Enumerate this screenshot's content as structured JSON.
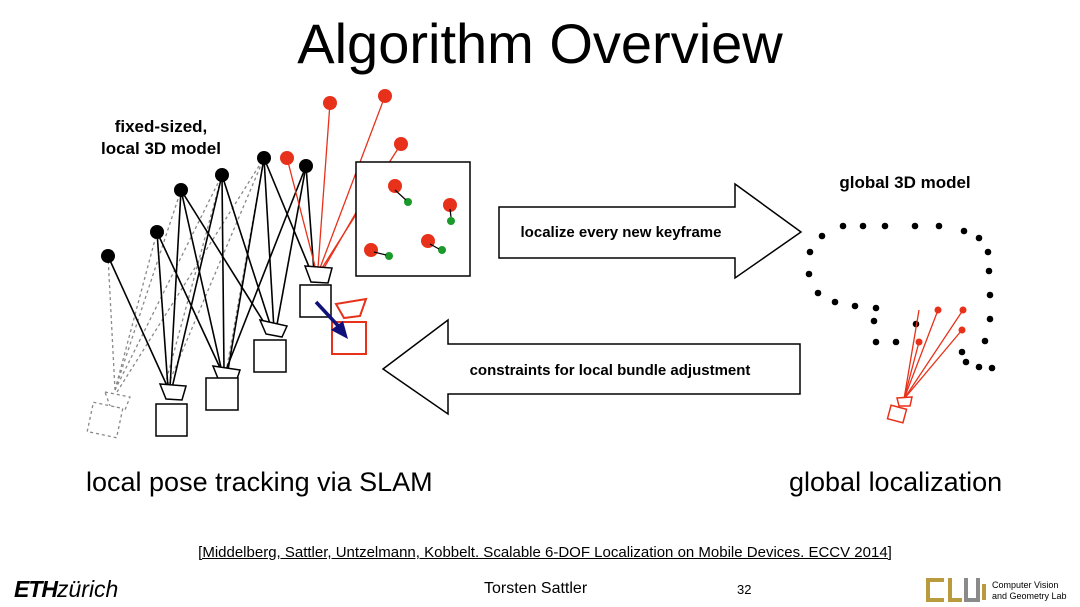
{
  "slide": {
    "title": "Algorithm Overview",
    "local_model_label_line1": "fixed-sized,",
    "local_model_label_line2": "local 3D model",
    "global_model_label": "global 3D model",
    "arrow_right_label": "localize every new keyframe",
    "arrow_left_label": "constraints for local bundle adjustment",
    "caption_left": "local pose tracking via SLAM",
    "caption_right": "global localization",
    "citation": "[Middelberg, Sattler, Untzelmann, Kobbelt. Scalable 6-DOF Localization on Mobile Devices. ECCV 2014]",
    "footer_author": "Torsten Sattler",
    "page_number": "32",
    "logo_eth_bold": "ETH",
    "logo_eth_rest": "zürich",
    "lab_line1": "Computer Vision",
    "lab_line2": "and Geometry Lab"
  },
  "colors": {
    "black": "#000000",
    "red": "#e8311a",
    "green": "#1a9a2a",
    "navy": "#10107a",
    "gray": "#888888"
  }
}
